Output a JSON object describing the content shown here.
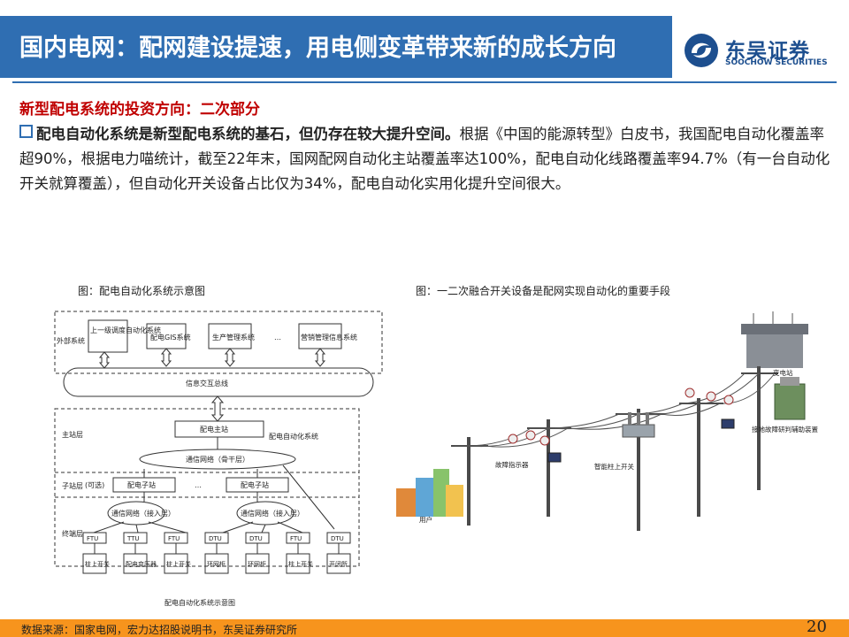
{
  "header": {
    "title": "国内电网：配网建设提速，用电侧变革带来新的成长方向"
  },
  "logo": {
    "cn": "东吴证券",
    "en": "SOOCHOW SECURITIES"
  },
  "subtitle": "新型配电系统的投资方向：二次部分",
  "paragraph": {
    "lead": "配电自动化系统是新型配电系统的基石，但仍存在较大提升空间。",
    "body": "根据《中国的能源转型》白皮书，我国配电自动化覆盖率超90%，根据电力喵统计，截至22年末，国网配网自动化主站覆盖率达100%，配电自动化线路覆盖率94.7%（有一台自动化开关就算覆盖），但自动化开关设备占比仅为34%，配电自动化实用化提升空间很大。"
  },
  "figure_left": {
    "caption": "图：配电自动化系统示意图",
    "layers": {
      "external": "外部系统",
      "main": "主站层",
      "sub": "子站层",
      "terminal": "终端层"
    },
    "external_systems": [
      "上一级调度自动化系统",
      "配电GIS系统",
      "生产管理系统",
      "…",
      "营销管理信息系统"
    ],
    "bus": "信息交互总线",
    "master": "配电主站",
    "system_label": "配电自动化系统",
    "backbone": "通信网络（骨干层）",
    "optional": "(可选)",
    "substation": "配电子站",
    "access_net": "通信网络（接入层）",
    "terminals": [
      "FTU",
      "TTU",
      "FTU",
      "DTU",
      "DTU",
      "FTU",
      "DTU"
    ],
    "devices": [
      "柱上开关",
      "配电变压器",
      "柱上开关",
      "环网柜",
      "环网柜",
      "柱上开关",
      "开闭所"
    ],
    "bottom_caption": "配电自动化系统示意图"
  },
  "figure_right": {
    "caption": "图：一二次融合开关设备是配网实现自动化的重要手段",
    "labels": {
      "substation": "变电站",
      "fault_aux": "接地故障研判辅助装置",
      "indicator": "故障指示器",
      "smart_switch": "智能柱上开关",
      "user": "用户"
    }
  },
  "footer": {
    "source": "数据来源：国家电网，宏力达招股说明书，东吴证券研究所",
    "page": "20"
  }
}
